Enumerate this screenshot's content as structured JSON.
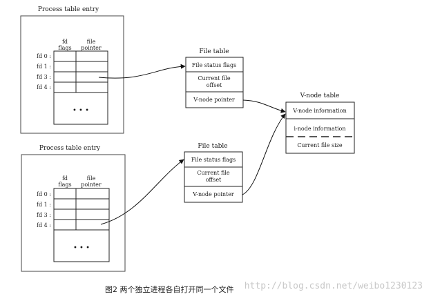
{
  "process_tables": [
    {
      "title": "Process table entry",
      "col_fd_flags_line1": "fd",
      "col_fd_flags_line2": "flags",
      "col_file_pointer_line1": "file",
      "col_file_pointer_line2": "pointer",
      "rows": [
        "fd 0 :",
        "fd 1 :",
        "fd 3 :",
        "fd 4 :"
      ],
      "ellipsis": "• • •"
    },
    {
      "title": "Process table entry",
      "col_fd_flags_line1": "fd",
      "col_fd_flags_line2": "flags",
      "col_file_pointer_line1": "file",
      "col_file_pointer_line2": "pointer",
      "rows": [
        "fd 0 :",
        "fd 1 :",
        "fd 3 :",
        "fd 4 :"
      ],
      "ellipsis": "• • •"
    }
  ],
  "file_tables": [
    {
      "title": "File table",
      "status_flags": "File status flags",
      "offset_line1": "Current file",
      "offset_line2": "offset",
      "vnode_pointer": "V-node pointer"
    },
    {
      "title": "File table",
      "status_flags": "File status flags",
      "offset_line1": "Current file",
      "offset_line2": "offset",
      "vnode_pointer": "V-node pointer"
    }
  ],
  "vnode_table": {
    "title": "V-node table",
    "vnode_info": "V-node information",
    "inode_info": "i-node information",
    "file_size": "Current file size"
  },
  "caption": "图2 两个独立进程各自打开同一个文件",
  "watermark": "http://blog.csdn.net/weibo1230123"
}
